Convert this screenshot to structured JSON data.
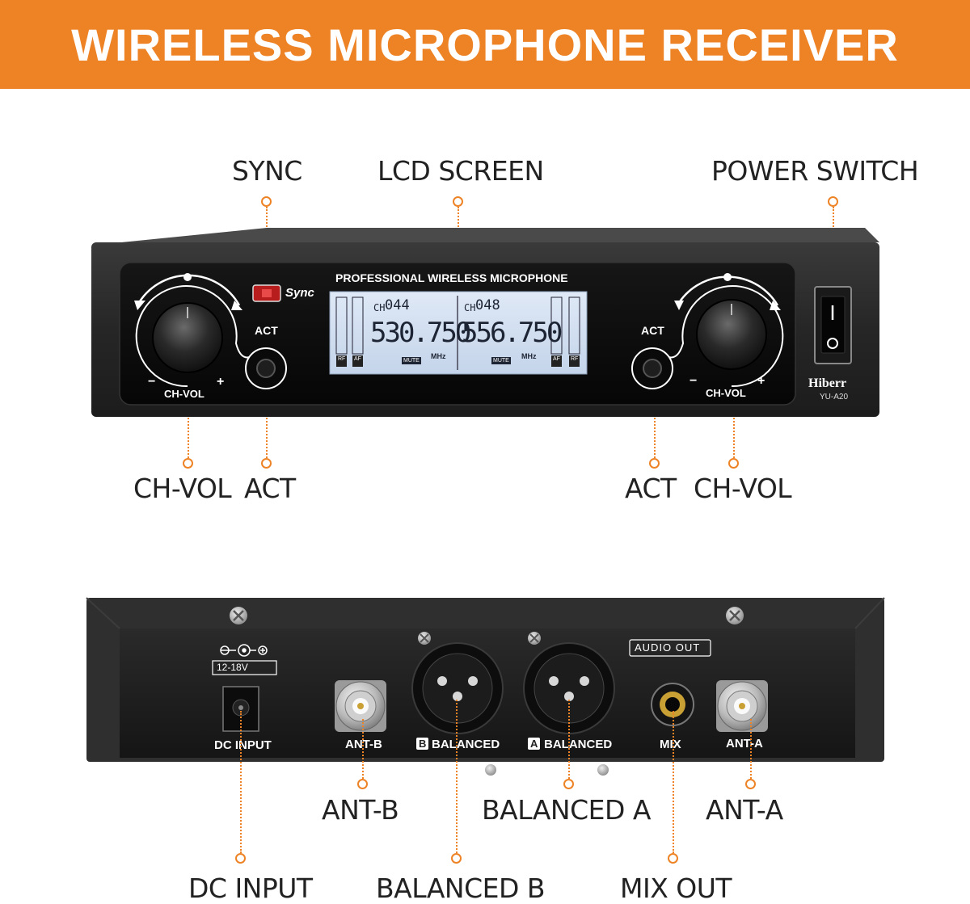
{
  "banner": {
    "title": "WIRELESS MICROPHONE RECEIVER",
    "color": "#ee8326"
  },
  "front_labels": {
    "sync": "SYNC",
    "lcd_screen": "LCD SCREEN",
    "power_switch": "POWER SWITCH",
    "ch_vol_left": "CH-VOL",
    "act_left": "ACT",
    "act_right": "ACT",
    "ch_vol_right": "CH-VOL"
  },
  "front_panel": {
    "header": "PROFESSIONAL WIRELESS MICROPHONE",
    "sync_label": "Sync",
    "act_left": "ACT",
    "act_right": "ACT",
    "ch_vol_left": "CH-VOL",
    "ch_vol_right": "CH-VOL",
    "minus": "−",
    "plus": "+",
    "brand": "Hiberr",
    "model": "YU-A20",
    "lcd": {
      "ch_a_label": "CH",
      "ch_a_value": "044",
      "freq_a": "530.750",
      "ch_b_label": "CH",
      "ch_b_value": "048",
      "freq_b": "556.750",
      "mute": "MUTE",
      "unit": "MHz",
      "rf": "RF",
      "af": "AF"
    }
  },
  "back_panel": {
    "audio_out": "AUDIO OUT",
    "dc_rating": "12-18V",
    "dc_input": "DC INPUT",
    "ant_b": "ANT-B",
    "b_letter": "B",
    "balanced": "BALANCED",
    "a_letter": "A",
    "mix": "MIX",
    "ant_a": "ANT-A"
  },
  "back_labels": {
    "ant_b": "ANT-B",
    "balanced_a": "BALANCED A",
    "ant_a": "ANT-A",
    "dc_input": "DC INPUT",
    "balanced_b": "BALANCED B",
    "mix_out": "MIX OUT"
  }
}
